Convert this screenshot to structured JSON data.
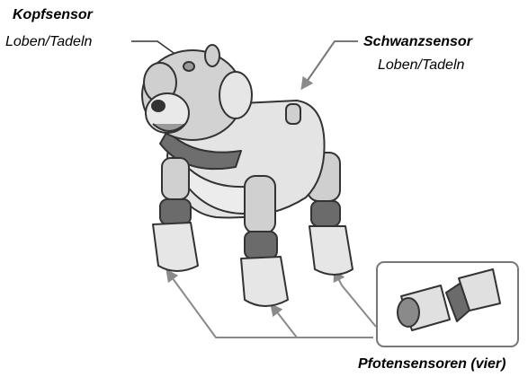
{
  "sensors": {
    "head": {
      "title": "Kopfsensor",
      "subtitle": "Loben/Tadeln"
    },
    "tail": {
      "title": "Schwanzsensor",
      "subtitle": "Loben/Tadeln"
    },
    "paws": {
      "title": "Pfotensensoren (vier)"
    }
  },
  "colors": {
    "outline": "#333333",
    "body": "#d6d6d6",
    "shade": "#a9a9a9",
    "dark": "#6b6b6b",
    "arrow": "#8a8a8a"
  }
}
